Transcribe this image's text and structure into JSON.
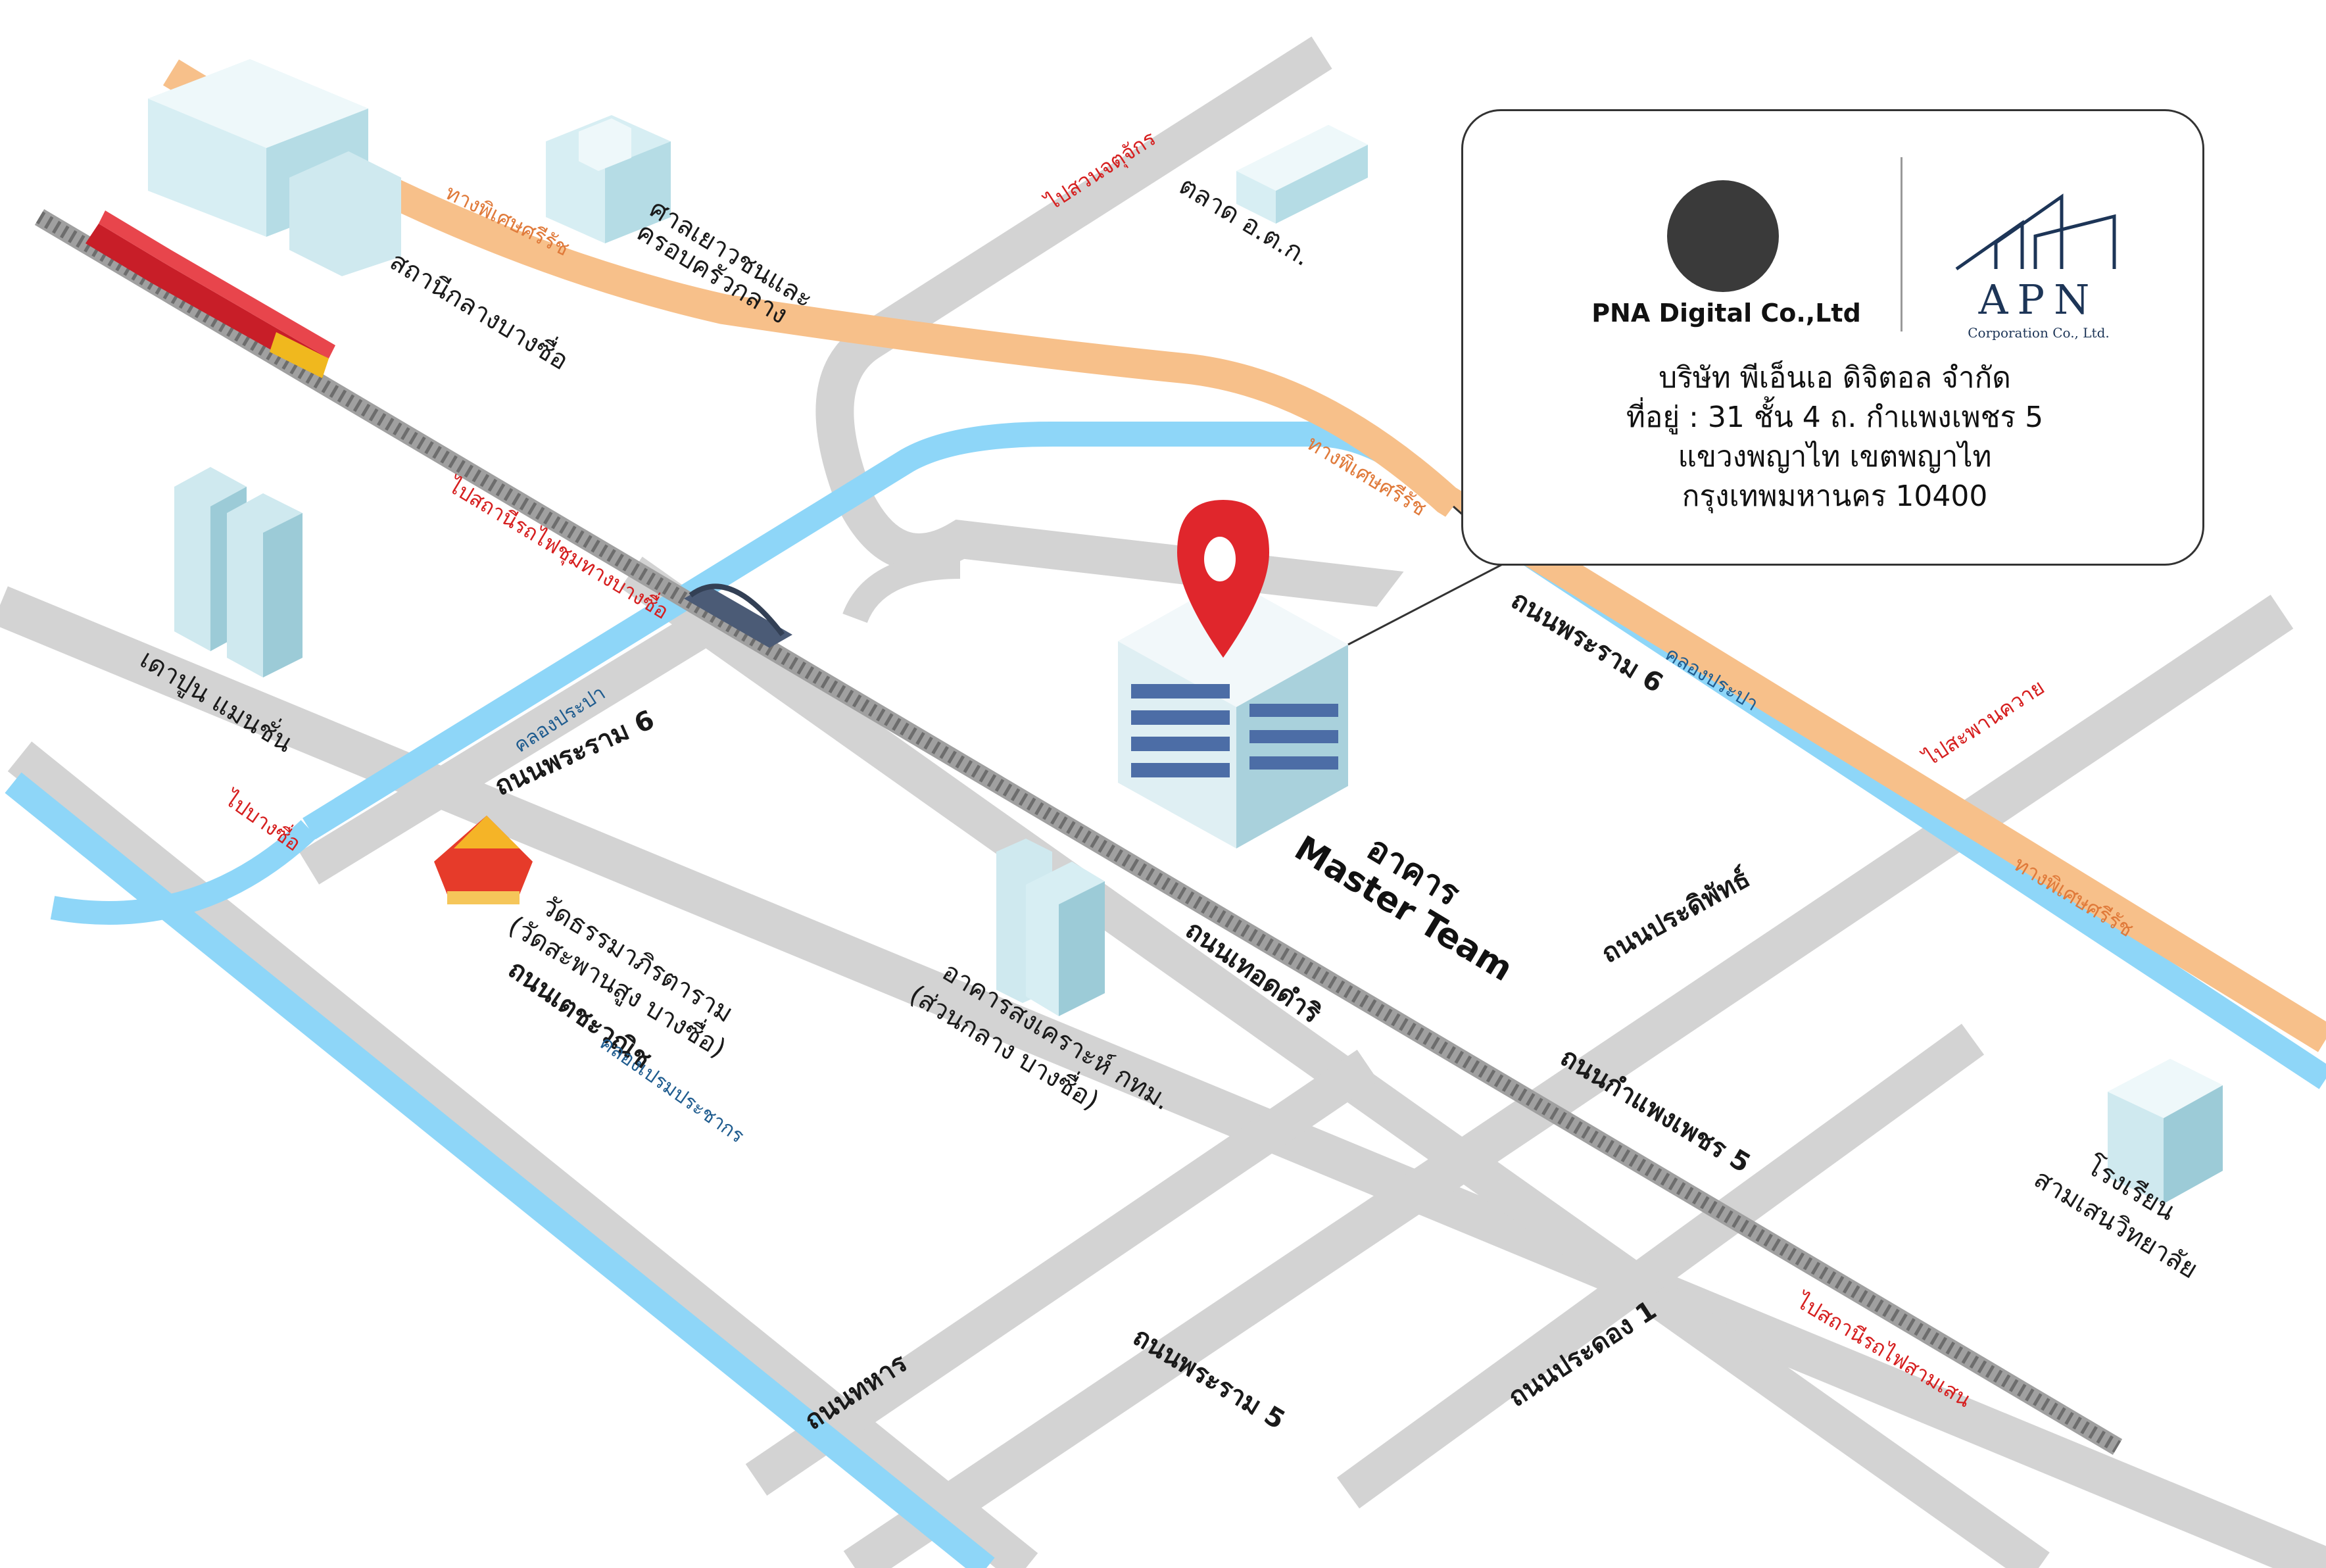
{
  "company": {
    "pna_name": "PNA Digital Co.,Ltd",
    "apn_name": "APN",
    "apn_sub": "Corporation Co., Ltd.",
    "address": [
      "บริษัท พีเอ็นเอ ดิจิตอล จำกัด",
      "ที่อยู่ : 31 ชั้น 4  ถ. กำแพงเพชร 5",
      "แขวงพญาไท เขตพญาไท",
      "กรุงเทพมหานคร 10400"
    ]
  },
  "building": {
    "line1": "อาคาร",
    "line2": "Master Team"
  },
  "landmarks": {
    "bang_sue_station": "สถานีกลางบางซื่อ",
    "youth_center_1": "ศาลเยาวชนและ",
    "youth_center_2": "ครอบครัวกลาง",
    "market": "ตลาด อ.ต.ก.",
    "towers": "เดาปูน แมนชั่น",
    "temple_1": "วัดธรรมาภิรตาราม",
    "temple_2": "(วัดสะพานสูง บางซื่อ)",
    "welfare_1": "อาคารสงเคราะห์ กทม.",
    "welfare_2": "(ส่วนกลาง บางซื่อ)",
    "school_1": "โรงเรียน",
    "school_2": "สามเสนวิทยาลัย"
  },
  "roads": {
    "rama6_left": "ถนนพระราม 6",
    "rama6_right": "ถนนพระราม 6",
    "kamphaeng_phet5": "ถนนกำแพงเพชร 5",
    "pradiphat": "ถนนประดิพัทธ์",
    "thoet_damri": "ถนนเทอดดำริ",
    "tesaban": "ถนนเตชะวณิช",
    "thahan": "ถนนทหาร",
    "rama5": "ถนนพระราม 5",
    "pradu1": "ถนนประดอง 1"
  },
  "waterways": {
    "prapa_left": "คลองประปา",
    "prapa_right": "คลองประปา",
    "premprachakorn": "คลองเปรมประชากร"
  },
  "expressway": {
    "upper": "ทางพิเศษศรีรัช",
    "middle": "ทางพิเศษศรีรัช",
    "right": "ทางพิเศษศรีรัช"
  },
  "directions": {
    "to_chatuchak": "ไปสวนจตุจักร",
    "to_bang_sue_station": "ไปสถานีรถไฟชุมทางบางซื่อ",
    "to_saphan_khwai": "ไปสะพานควาย",
    "to_bang_sue": "ไปบางซื่อ",
    "to_samsen": "ไปสถานีรถไฟสามเสน"
  },
  "colors": {
    "road": "#d3d3d3",
    "water": "#8ed6f8",
    "expressway": "#f7c08a",
    "pin": "#e0262c",
    "railway": "#8a8a8a"
  }
}
